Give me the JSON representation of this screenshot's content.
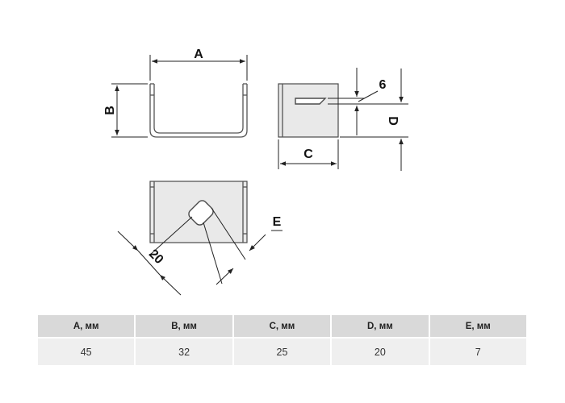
{
  "drawing": {
    "dim_labels": {
      "a": "A",
      "b": "B",
      "c": "C",
      "d": "D",
      "e": "E",
      "slot_width": "6",
      "slot_length": "20"
    }
  },
  "table": {
    "headers": [
      "A, мм",
      "B, мм",
      "C, мм",
      "D, мм",
      "E, мм"
    ],
    "rows": [
      [
        "45",
        "32",
        "25",
        "20",
        "7"
      ]
    ]
  }
}
